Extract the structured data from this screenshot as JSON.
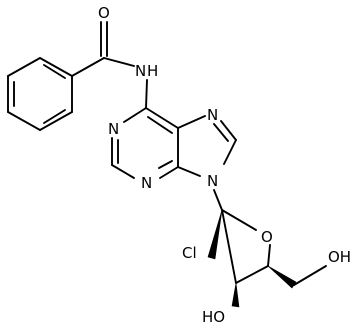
{
  "colors": {
    "ink": "#000000",
    "background": "#ffffff"
  },
  "molecule": {
    "atoms": {
      "carbonyl_o": "O",
      "amide_n": "N",
      "amide_h": "H",
      "ring_n1": "N",
      "ring_n3": "N",
      "ring_n7": "N",
      "ring_n9": "N",
      "ring_o": "O",
      "cl": "Cl",
      "oh3": "HO",
      "oh5": "OH"
    }
  }
}
